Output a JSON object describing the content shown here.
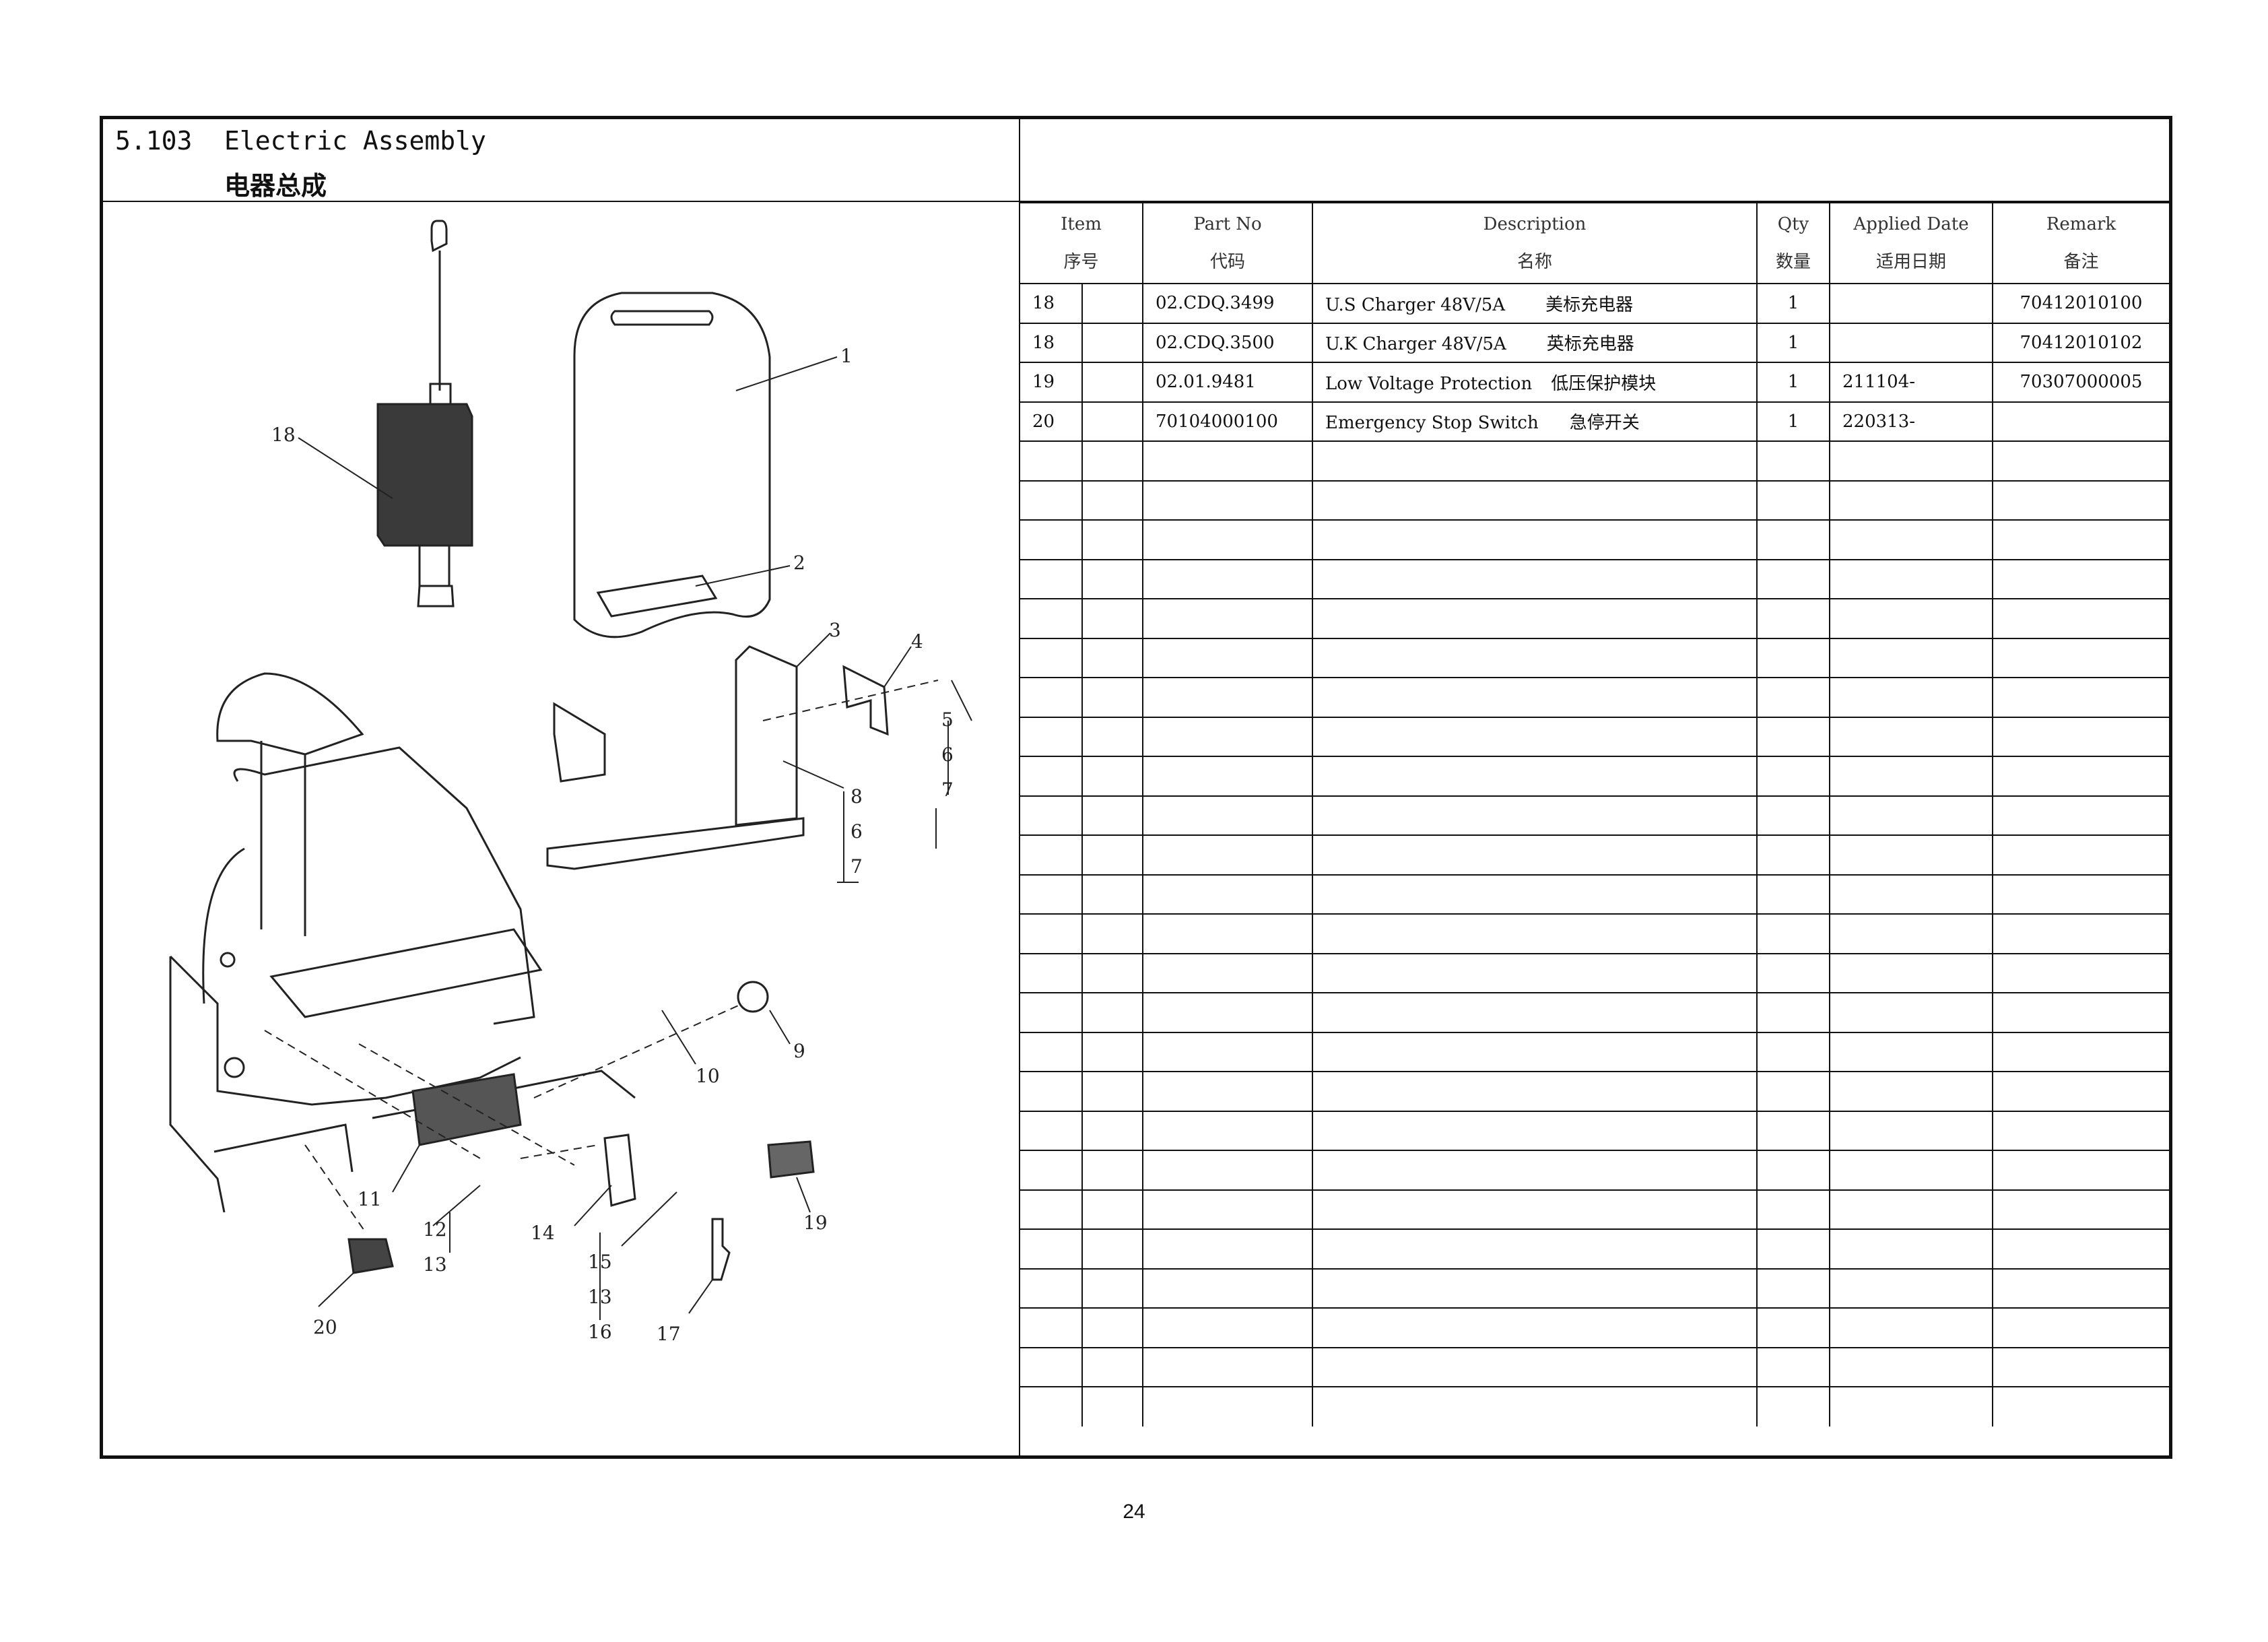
{
  "section": {
    "number": "5.103",
    "title_en": "Electric Assembly",
    "title_cn": "电器总成"
  },
  "table": {
    "headers": [
      {
        "en": "Item",
        "cn": "序号"
      },
      {
        "en": "Part No",
        "cn": "代码"
      },
      {
        "en": "Description",
        "cn": "名称"
      },
      {
        "en": "Qty",
        "cn": "数量"
      },
      {
        "en": "Applied Date",
        "cn": "适用日期"
      },
      {
        "en": "Remark",
        "cn": "备注"
      }
    ],
    "rows": [
      {
        "item": "18",
        "part_no": "02.CDQ.3499",
        "desc_en": "U.S Charger 48V/5A",
        "desc_cn": "美标充电器",
        "qty": "1",
        "date": "",
        "remark": "70412010100"
      },
      {
        "item": "18",
        "part_no": "02.CDQ.3500",
        "desc_en": "U.K Charger 48V/5A",
        "desc_cn": "英标充电器",
        "qty": "1",
        "date": "",
        "remark": "70412010102"
      },
      {
        "item": "19",
        "part_no": "02.01.9481",
        "desc_en": "Low Voltage Protection",
        "desc_cn": "低压保护模块",
        "qty": "1",
        "date": "211104-",
        "remark": "70307000005"
      },
      {
        "item": "20",
        "part_no": "70104000100",
        "desc_en": "Emergency Stop Switch",
        "desc_cn": "急停开关",
        "qty": "1",
        "date": "220313-",
        "remark": ""
      }
    ]
  },
  "diagram_labels": [
    "1",
    "2",
    "3",
    "4",
    "5",
    "6",
    "7",
    "8",
    "6",
    "7",
    "9",
    "10",
    "11",
    "12",
    "13",
    "14",
    "15",
    "13",
    "16",
    "17",
    "18",
    "19",
    "20"
  ],
  "page_number": "24"
}
